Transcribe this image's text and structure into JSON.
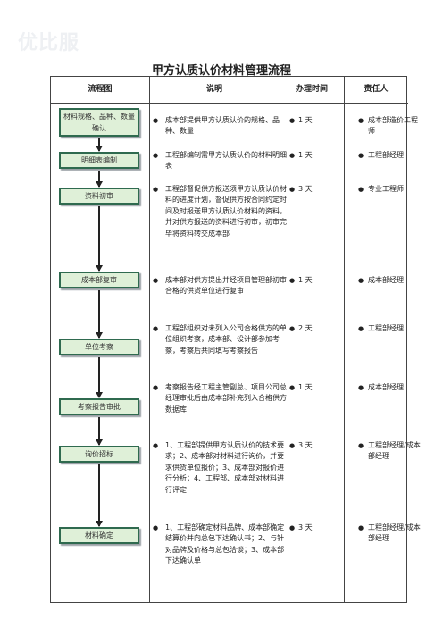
{
  "watermark": "优比服",
  "title": "甲方认质认价材料管理流程",
  "headers": {
    "flow": "流程图",
    "desc": "说明",
    "time": "办理时间",
    "resp": "责任人"
  },
  "flow_nodes": [
    "材料规格、品种、数量确认",
    "明细表编制",
    "资料初审",
    "成本部复审",
    "单位考察",
    "考察报告审批",
    "询价招标",
    "材料确定"
  ],
  "rows": [
    {
      "desc": "成本部提供甲方认质认价的规格、品种、数量",
      "time": "1 天",
      "resp": "成本部造价工程师"
    },
    {
      "desc": "工程部编制需甲方认质认价的材料明细表",
      "time": "1 天",
      "resp": "工程部经理"
    },
    {
      "desc": "工程部督促供方报送须甲方认质认价材料的进度计划，督促供方按合同约定时间及时报送甲方认质认价材料的资料，并对供方报送的资料进行初审，初审完毕将资料转交成本部",
      "time": "3 天",
      "resp": "专业工程师"
    },
    {
      "desc": "成本部对供方提出并经项目管理部初审合格的供货单位进行复审",
      "time": "1 天",
      "resp": "成本部经理"
    },
    {
      "desc": "工程部组织对未列入公司合格供方的单位组织考察，成本部、设计部参加考察，考察后共同填写考察报告",
      "time": "2 天",
      "resp": "工程部经理"
    },
    {
      "desc": "考察报告经工程主管副总、项目公司总经理审批后由成本部补充列入合格供方数据库",
      "time": "1 天",
      "resp": "成本部经理"
    },
    {
      "desc": "1、工程部提供甲方认质认价的技术要求；2、成本部对材料进行询价，并要求供货单位报价；3、成本部对报价进行分析；4、工程部、成本部对材料进行评定",
      "time": "3 天",
      "resp": "工程部经理/成本部经理"
    },
    {
      "desc": "1、工程部确定材料品牌、成本部确定结算价并向总包下达确认书；2、与针对品牌及价格与总包洽谈；3、成本部下达确认单",
      "time": "3 天",
      "resp": "工程部经理/成本部经理"
    }
  ]
}
